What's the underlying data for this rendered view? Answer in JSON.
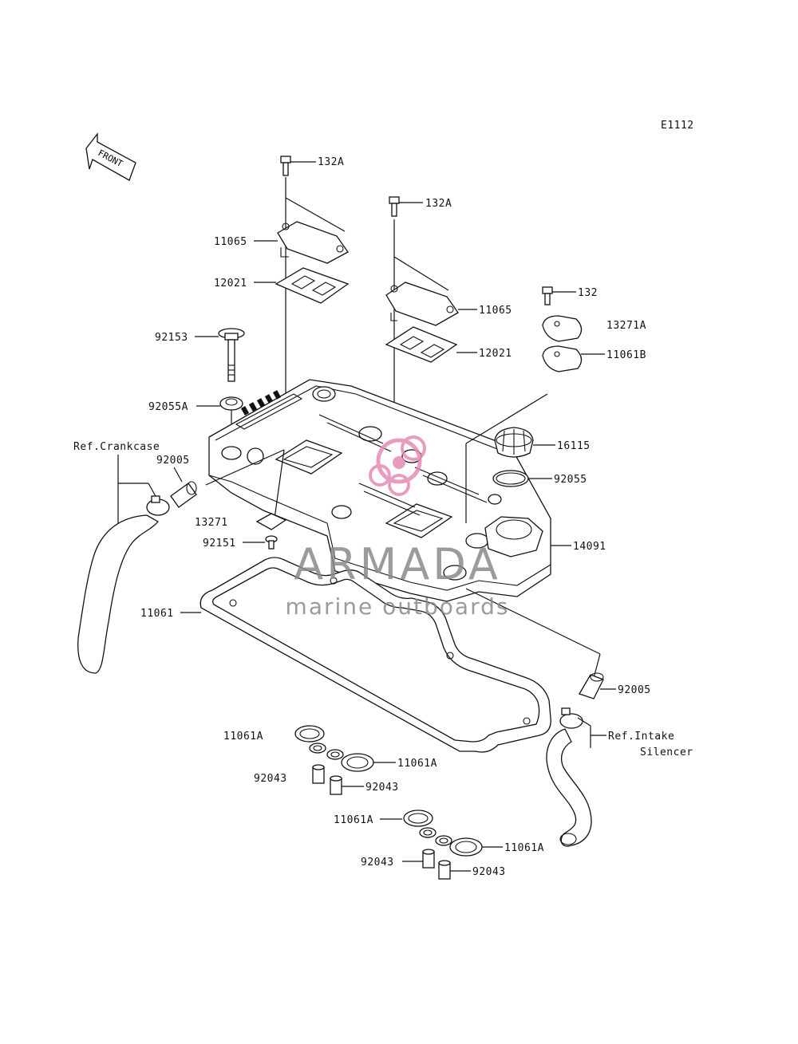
{
  "diagram_code": "E1112",
  "front_label": "FRONT",
  "part_labels": {
    "p132A_top": "132A",
    "p11065_left": "11065",
    "p12021_left": "12021",
    "p132A_mid": "132A",
    "p11065_right": "11065",
    "p12021_right": "12021",
    "p132": "132",
    "p13271A": "13271A",
    "p11061B": "11061B",
    "p92153": "92153",
    "p92055A": "92055A",
    "ref_crankcase": "Ref.Crankcase",
    "p92005_left": "92005",
    "p16115": "16115",
    "p92055": "92055",
    "p13271": "13271",
    "p92151": "92151",
    "p14091": "14091",
    "p11061": "11061",
    "p92005_right": "92005",
    "ref_intake_1": "Ref.Intake",
    "ref_intake_2": "Silencer",
    "p11061A_a": "11061A",
    "p11061A_b": "11061A",
    "p92043_a": "92043",
    "p92043_b": "92043",
    "p11061A_c": "11061A",
    "p11061A_d": "11061A",
    "p92043_c": "92043",
    "p92043_d": "92043"
  },
  "watermark": {
    "brand": "ARMADA",
    "tagline": "marine outboards",
    "accent_color": "#e48bb6"
  }
}
